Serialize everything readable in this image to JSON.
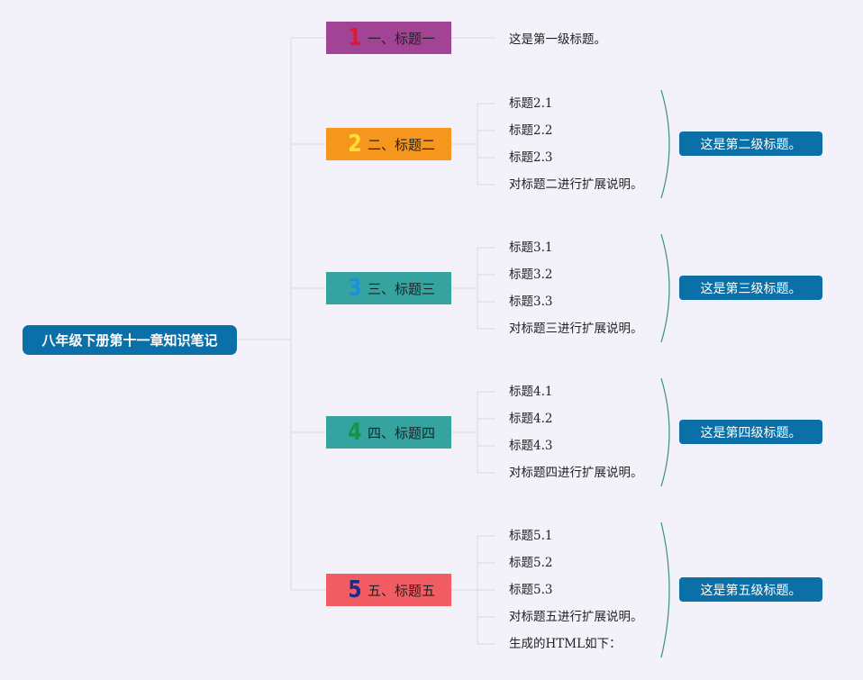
{
  "root": {
    "label": "八年级下册第十一章知识笔记",
    "color": "#0b6fa8"
  },
  "topics": [
    {
      "number": "1",
      "label": "一、标题一",
      "bg": "#a14496",
      "num_color": "#e0182e",
      "leaves": [
        "这是第一级标题。"
      ],
      "summary": null
    },
    {
      "number": "2",
      "label": "二、标题二",
      "bg": "#f7961c",
      "num_color": "#ffe03a",
      "leaves": [
        "标题2.1",
        "标题2.2",
        "标题2.3",
        "对标题二进行扩展说明。"
      ],
      "summary": "这是第二级标题。"
    },
    {
      "number": "3",
      "label": "三、标题三",
      "bg": "#35a39f",
      "num_color": "#1c8fe0",
      "leaves": [
        "标题3.1",
        "标题3.2",
        "标题3.3",
        "对标题三进行扩展说明。"
      ],
      "summary": "这是第三级标题。"
    },
    {
      "number": "4",
      "label": "四、标题四",
      "bg": "#35a39f",
      "num_color": "#15963e",
      "leaves": [
        "标题4.1",
        "标题4.2",
        "标题4.3",
        "对标题四进行扩展说明。"
      ],
      "summary": "这是第四级标题。"
    },
    {
      "number": "5",
      "label": "五、标题五",
      "bg": "#f25d63",
      "num_color": "#1d2a8a",
      "leaves": [
        "标题5.1",
        "标题5.2",
        "标题5.3",
        "对标题五进行扩展说明。",
        "生成的HTML如下："
      ],
      "summary": "这是第五级标题。"
    }
  ],
  "colors": {
    "connector": "#d8d8de",
    "bracket": "#3d8f86",
    "summary_bg": "#0b6fa8"
  }
}
